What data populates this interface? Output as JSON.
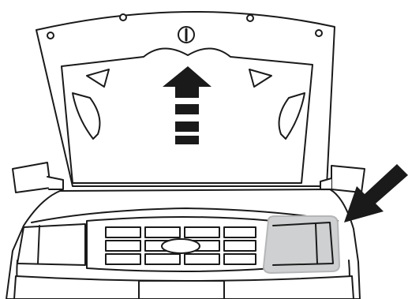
{
  "illustration": {
    "subject": "truck-front-with-hood-open",
    "colors": {
      "line": "#1a1a1a",
      "fill": "#ffffff",
      "highlight": "#cfd0d1",
      "highlight_edge": "#b4b6b8"
    },
    "indicators": {
      "hood_arrow_direction": "up",
      "pointer_arrow_direction": "down-left"
    },
    "icons": [
      "upward-arrow-icon",
      "pointer-arrow-icon",
      "ford-oval-emblem"
    ]
  }
}
